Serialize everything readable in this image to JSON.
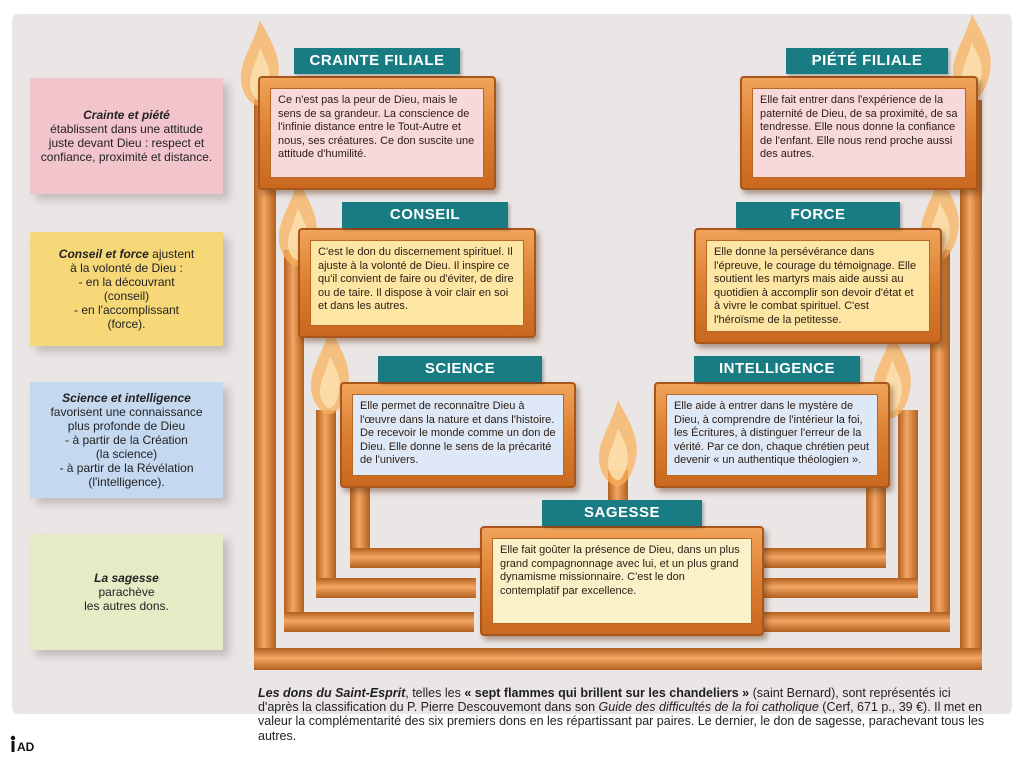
{
  "side_notes": {
    "pink": {
      "strong": "Crainte et piété",
      "rest": "établissent dans une attitude juste devant Dieu : respect et confiance, proximité et distance."
    },
    "yellow": {
      "strong": "Conseil et force",
      "rest_first": " ajustent",
      "lines": [
        "à la volonté de Dieu :",
        "- en la découvrant",
        "(conseil)",
        "- en l'accomplissant",
        "(force)."
      ]
    },
    "blue": {
      "strong": "Science et intelligence",
      "lines": [
        "favorisent une connaissance",
        "plus profonde de Dieu",
        "- à partir de la Création",
        "(la science)",
        "- à partir de la Révélation",
        "(l'intelligence)."
      ]
    },
    "green": {
      "strong": "La sagesse",
      "lines": [
        "parachève",
        "les autres dons."
      ]
    }
  },
  "gifts": {
    "crainte": {
      "title": "CRAINTE FILIALE",
      "text": "Ce n'est pas la peur de Dieu, mais le sens de sa grandeur. La conscience de l'infinie distance entre le Tout-Autre et nous, ses créatures. Ce don suscite une attitude d'humilité."
    },
    "piete": {
      "title": "PIÉTÉ FILIALE",
      "text": "Elle fait entrer dans l'expérience de la paternité de Dieu, de sa proximité, de sa tendresse. Elle nous donne la confiance de l'enfant. Elle nous rend proche aussi des autres."
    },
    "conseil": {
      "title": "CONSEIL",
      "text": "C'est le don du discernement spirituel. Il ajuste à la volonté de Dieu. Il inspire ce qu'il convient de faire ou d'éviter, de dire ou de taire. Il dispose à voir clair en soi et dans les autres."
    },
    "force": {
      "title": "FORCE",
      "text": "Elle donne la persévérance dans l'épreuve, le courage du témoignage. Elle soutient les martyrs mais aide aussi au quotidien à accomplir son devoir d'état et à vivre le combat spirituel. C'est l'héroïsme de la petitesse."
    },
    "science": {
      "title": "SCIENCE",
      "text": "Elle permet de reconnaître Dieu à l'œuvre dans la nature et dans l'histoire. De recevoir le monde comme un don de Dieu. Elle donne le sens de la précarité de l'univers."
    },
    "intelligence": {
      "title": "INTELLIGENCE",
      "text": "Elle aide à entrer dans le mystère de Dieu, à comprendre de l'intérieur la foi, les Écritures, à distinguer l'erreur de la vérité. Par ce don, chaque chrétien peut devenir « un authentique théologien »."
    },
    "sagesse": {
      "title": "SAGESSE",
      "text": "Elle fait goûter la présence de Dieu, dans un plus grand compagnonnage avec lui, et un plus grand dynamisme missionnaire. C'est le don contemplatif par excellence."
    }
  },
  "caption": {
    "lead": "Les dons du Saint-Esprit",
    "part1": ", telles les ",
    "quote": "« sept flammes qui brillent sur les chandeliers »",
    "part2": " (saint Bernard), sont représentés ici d'après la classification du P. Pierre Descouvemont dans son ",
    "book": "Guide des difficultés de la foi catholique",
    "part3": " (Cerf, 671 p., 39 €). Il met en valeur la complémentarité des six premiers dons en les répartissant par paires. Le dernier, le don de sagesse, parachevant tous les autres."
  },
  "logo": {
    "text": "AD",
    "icon": "publisher-logo-icon"
  },
  "colors": {
    "pipe": "#d6772b",
    "title_bg": "#197c82",
    "flame": "#f7b25c"
  }
}
